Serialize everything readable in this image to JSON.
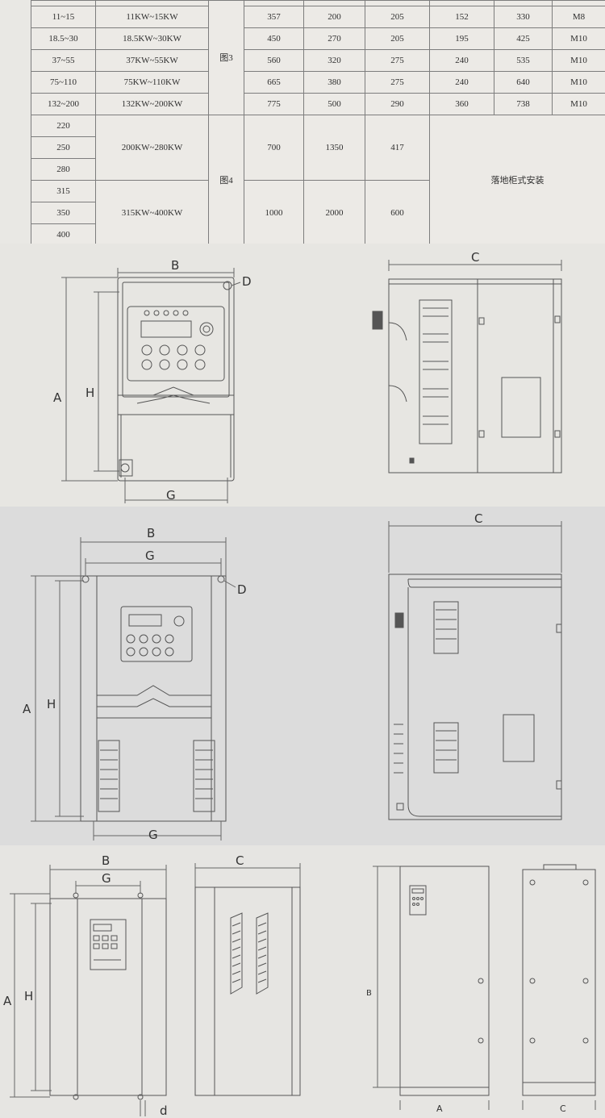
{
  "table": {
    "rows": [
      {
        "range": "11~15",
        "power": "11KW~15KW",
        "c1": "357",
        "c2": "200",
        "c3": "205",
        "c4": "152",
        "c5": "330",
        "bolt": "M8"
      },
      {
        "range": "18.5~30",
        "power": "18.5KW~30KW",
        "c1": "450",
        "c2": "270",
        "c3": "205",
        "c4": "195",
        "c5": "425",
        "bolt": "M10"
      },
      {
        "range": "37~55",
        "power": "37KW~55KW",
        "c1": "560",
        "c2": "320",
        "c3": "275",
        "c4": "240",
        "c5": "535",
        "bolt": "M10"
      },
      {
        "range": "75~110",
        "power": "75KW~110KW",
        "c1": "665",
        "c2": "380",
        "c3": "275",
        "c4": "240",
        "c5": "640",
        "bolt": "M10"
      },
      {
        "range": "132~200",
        "power": "132KW~200KW",
        "c1": "775",
        "c2": "500",
        "c3": "290",
        "c4": "360",
        "c5": "738",
        "bolt": "M10"
      }
    ],
    "fig3_label": "图3",
    "fig4_label": "图4",
    "group_a_ranges": [
      "220",
      "250",
      "280"
    ],
    "group_a_power": "200KW~280KW",
    "group_a_c1": "700",
    "group_a_c2": "1350",
    "group_a_c3": "417",
    "group_b_ranges": [
      "315",
      "350",
      "400"
    ],
    "group_b_power": "315KW~400KW",
    "group_b_c1": "1000",
    "group_b_c2": "2000",
    "group_b_c3": "600",
    "floor_note": "落地柜式安装"
  },
  "diagram1": {
    "B": "B",
    "D": "D",
    "A": "A",
    "H": "H",
    "G": "G",
    "C": "C"
  },
  "diagram2": {
    "B": "B",
    "G_top": "G",
    "D": "D",
    "A": "A",
    "H": "H",
    "G_bottom": "G",
    "C": "C"
  },
  "diagram3": {
    "B": "B",
    "G": "G",
    "C": "C",
    "A": "A",
    "H": "H",
    "d": "d",
    "B_side": "B",
    "A_bottom": "A",
    "C_bottom": "C"
  }
}
